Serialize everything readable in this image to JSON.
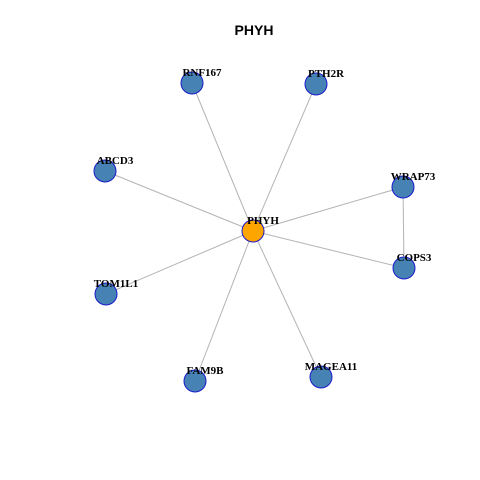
{
  "title": "PHYH",
  "colors": {
    "hub_fill": "#ffa500",
    "node_fill": "#4682b4",
    "node_stroke": "#1a1acc",
    "edge": "#b3b3b3"
  },
  "nodes": [
    {
      "id": "PHYH",
      "label": "PHYH",
      "role": "hub"
    },
    {
      "id": "RNF167",
      "label": "RNF167",
      "role": "neighbor"
    },
    {
      "id": "PTH2R",
      "label": "PTH2R",
      "role": "neighbor"
    },
    {
      "id": "ABCD3",
      "label": "ABCD3",
      "role": "neighbor"
    },
    {
      "id": "WRAP73",
      "label": "WRAP73",
      "role": "neighbor"
    },
    {
      "id": "COPS3",
      "label": "COPS3",
      "role": "neighbor"
    },
    {
      "id": "TOM1L1",
      "label": "TOM1L1",
      "role": "neighbor"
    },
    {
      "id": "FAM9B",
      "label": "FAM9B",
      "role": "neighbor"
    },
    {
      "id": "MAGEA11",
      "label": "MAGEA11",
      "role": "neighbor"
    }
  ],
  "edges": [
    [
      "PHYH",
      "RNF167"
    ],
    [
      "PHYH",
      "PTH2R"
    ],
    [
      "PHYH",
      "ABCD3"
    ],
    [
      "PHYH",
      "WRAP73"
    ],
    [
      "PHYH",
      "COPS3"
    ],
    [
      "PHYH",
      "TOM1L1"
    ],
    [
      "PHYH",
      "FAM9B"
    ],
    [
      "PHYH",
      "MAGEA11"
    ],
    [
      "WRAP73",
      "COPS3"
    ]
  ]
}
